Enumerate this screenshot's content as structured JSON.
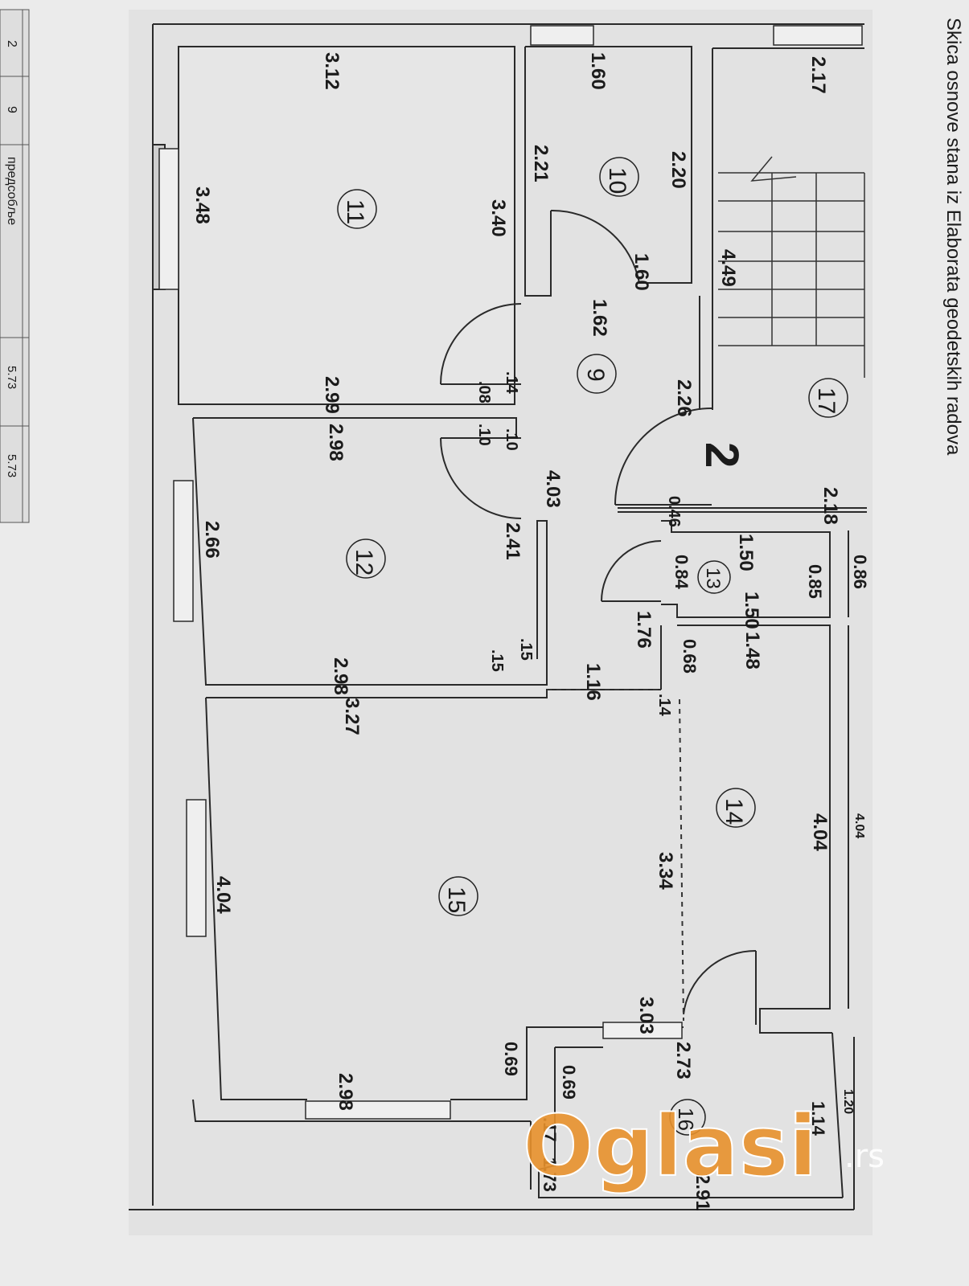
{
  "side_text": {
    "right_caption": "Skica osnove stana iz Elaborata geodetskih radova",
    "left_table": [
      "2",
      "9",
      "предсобље",
      "5.73",
      "5.73"
    ]
  },
  "floor_label": "2",
  "rooms": [
    {
      "id": "room-11",
      "number": "11"
    },
    {
      "id": "room-10",
      "number": "10"
    },
    {
      "id": "room-9",
      "number": "9"
    },
    {
      "id": "room-17",
      "number": "17"
    },
    {
      "id": "room-12",
      "number": "12"
    },
    {
      "id": "room-13",
      "number": "13"
    },
    {
      "id": "room-14",
      "number": "14"
    },
    {
      "id": "room-15",
      "number": "15"
    },
    {
      "id": "room-16",
      "number": "16"
    }
  ],
  "dimensions": [
    "3.12",
    "1.60",
    "2.17",
    "2.21",
    "2.20",
    "3.48",
    "3.40",
    "1.60",
    "4.49",
    "1.62",
    "2.99",
    ".14",
    ".08",
    "2.26",
    "2.98",
    ".10",
    ".10",
    "4.03",
    "0.46",
    "2.18",
    "1.50",
    "0.86",
    "2.66",
    "2.41",
    "0.84",
    "0.85",
    "1.50",
    "1.76",
    "0.68",
    "1.48",
    ".15",
    ".15",
    "2.98",
    "1.16",
    "3.27",
    ".14",
    "4.04",
    "4.04",
    "3.34",
    "3.03",
    "2.73",
    "0.69",
    "0.69",
    "2.98",
    ".17",
    "1.14",
    "2.91",
    "1.73",
    "4.04",
    "1.20"
  ],
  "watermark": {
    "brand": "Oglasi",
    "tld": ".rs"
  },
  "colors": {
    "paper": "#e4e4e4",
    "wall": "#d0d0d0",
    "line": "#2a2a2a",
    "watermark": "#e8912c"
  }
}
